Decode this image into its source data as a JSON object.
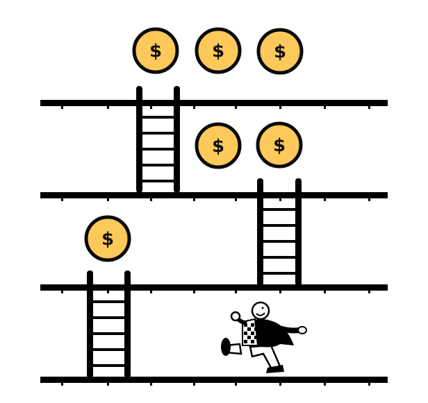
{
  "game": {
    "platform_count": 4,
    "ladder_count": 3,
    "coin_count": 6,
    "colors": {
      "coin": "#FDC95A",
      "outline": "#000000",
      "background": "#FFFFFF"
    }
  },
  "coins": [
    {
      "symbol": "$"
    },
    {
      "symbol": "$"
    },
    {
      "symbol": "$"
    },
    {
      "symbol": "$"
    },
    {
      "symbol": "$"
    },
    {
      "symbol": "$"
    }
  ],
  "player": {
    "icon": "running-man-character"
  }
}
